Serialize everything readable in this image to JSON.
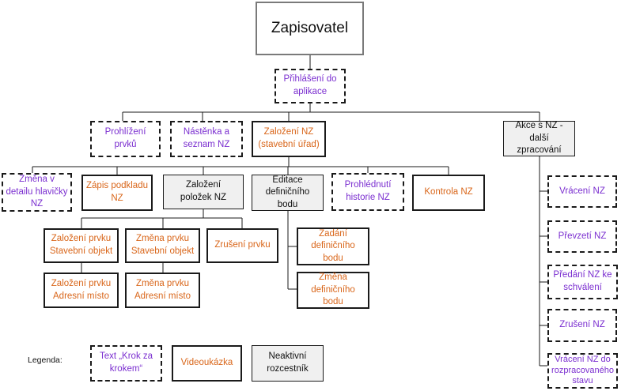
{
  "root": "Zapisovatel",
  "login": "Přihlášení do\naplikace",
  "level1": {
    "prohlizeni": "Prohlížení\nprvků",
    "nastenka": "Nástěnka a\nseznam NZ",
    "zalozeni": "Založení NZ\n(stavební úřad)",
    "akce": "Akce s NZ -\ndalší\nzpracování"
  },
  "level2": {
    "zmena_hlavicky": "Změna v\ndetailu hlavičky\nNZ",
    "zapis": "Zápis podkladu\nNZ",
    "zalozeni_polozek": "Založení\npoložek NZ",
    "editace": "Editace\ndefiničního\nbodu",
    "historie": "Prohlédnutí\nhistorie NZ",
    "kontrola": "Kontrola NZ"
  },
  "polozky": {
    "zal_stav": "Založení prvku\nStavební objekt",
    "zmena_stav": "Změna prvku\nStavební objekt",
    "zruseni": "Zrušení prvku",
    "zal_adr": "Založení prvku\nAdresní místo",
    "zmena_adr": "Změna prvku\nAdresní místo"
  },
  "body": {
    "zadani": "Zadání\ndefiničního\nbodu",
    "zmena": "Změna\ndefiničního\nbodu"
  },
  "akce_items": {
    "vraceni": "Vrácení NZ",
    "prevzeti": "Převzetí NZ",
    "predani": "Předání NZ ke\nschválení",
    "zruseni": "Zrušení NZ",
    "vraceni_rozprac": "Vrácení NZ do\nrozpracovaného\nstavu"
  },
  "legend": {
    "label": "Legenda:",
    "krok": "Text „Krok za\nkrokem“",
    "video": "Videoukázka",
    "neaktivni": "Neaktivní\nrozcestník"
  },
  "colors": {
    "purple": "#7b2fd0",
    "orange": "#d9661a",
    "grey_fill": "#f0f0f0",
    "line": "#1a1a1a"
  }
}
